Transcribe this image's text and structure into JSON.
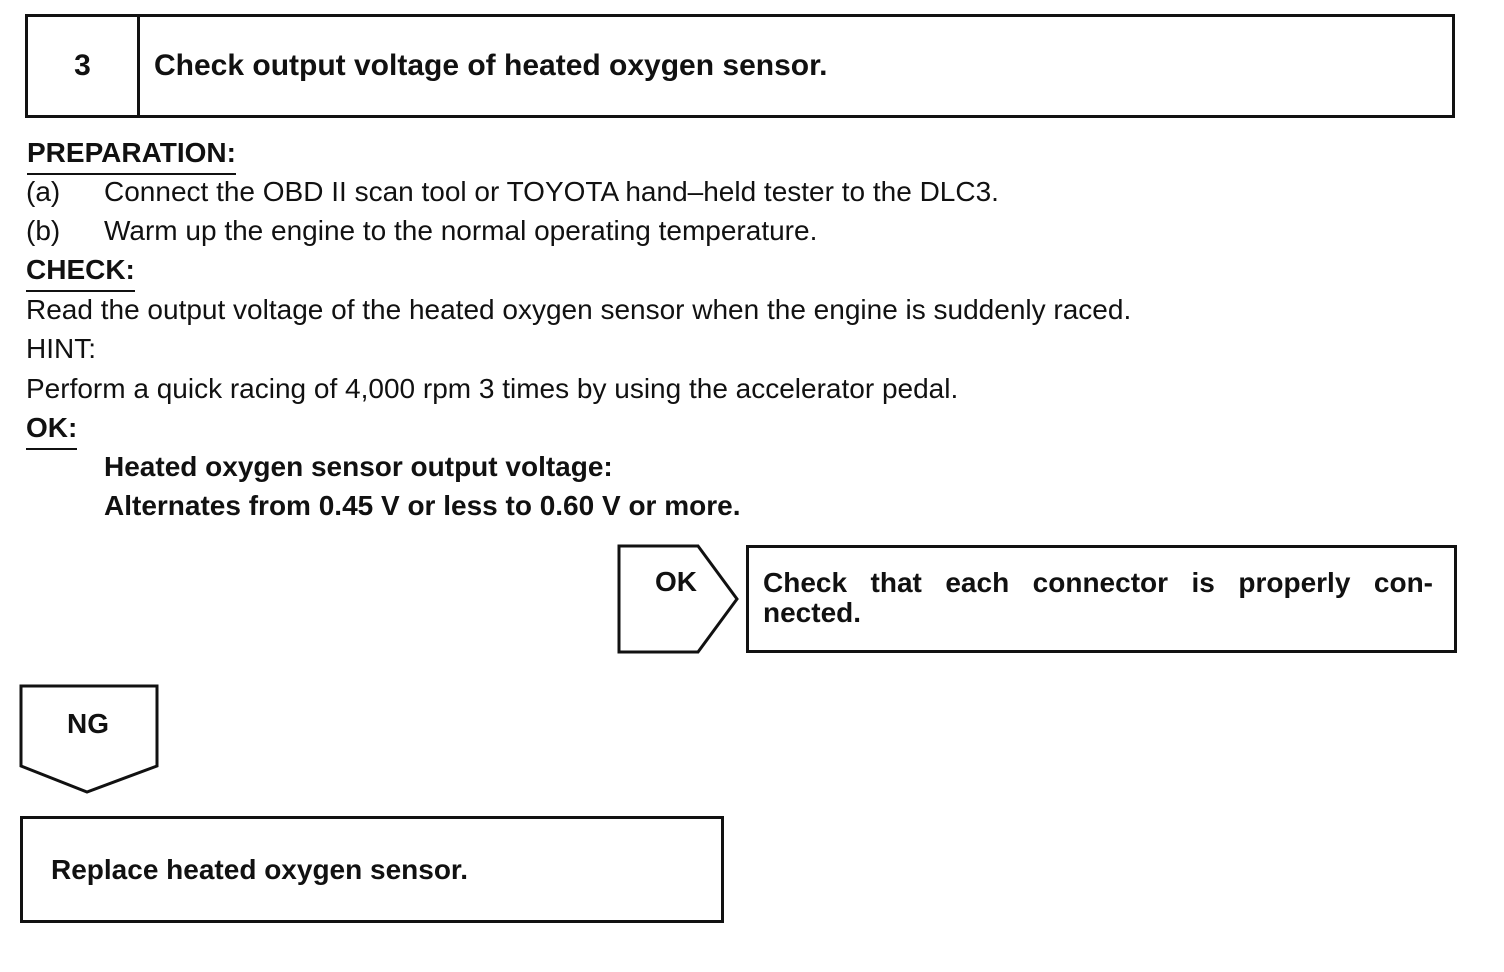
{
  "step": {
    "number": "3",
    "title": "Check output voltage of heated oxygen sensor."
  },
  "preparation": {
    "heading": "PREPARATION:",
    "items": [
      {
        "marker": "(a)",
        "text": "Connect the OBD II scan tool or TOYOTA hand–held tester to the DLC3."
      },
      {
        "marker": "(b)",
        "text": "Warm up the engine to the normal operating temperature."
      }
    ]
  },
  "check": {
    "heading": "CHECK:",
    "text": "Read the output voltage of the heated oxygen sensor when the engine is suddenly raced.",
    "hint_label": "HINT:",
    "hint_text": "Perform a quick racing of 4,000 rpm 3 times by using the accelerator pedal."
  },
  "ok_spec": {
    "heading": "OK:",
    "line1": "Heated oxygen sensor output voltage:",
    "line2": "Alternates from 0.45 V or less to 0.60 V or more."
  },
  "ok_branch": {
    "label": "OK",
    "result": "Check that each connector is properly con- nected."
  },
  "ng_branch": {
    "label": "NG",
    "result": "Replace heated oxygen sensor."
  }
}
